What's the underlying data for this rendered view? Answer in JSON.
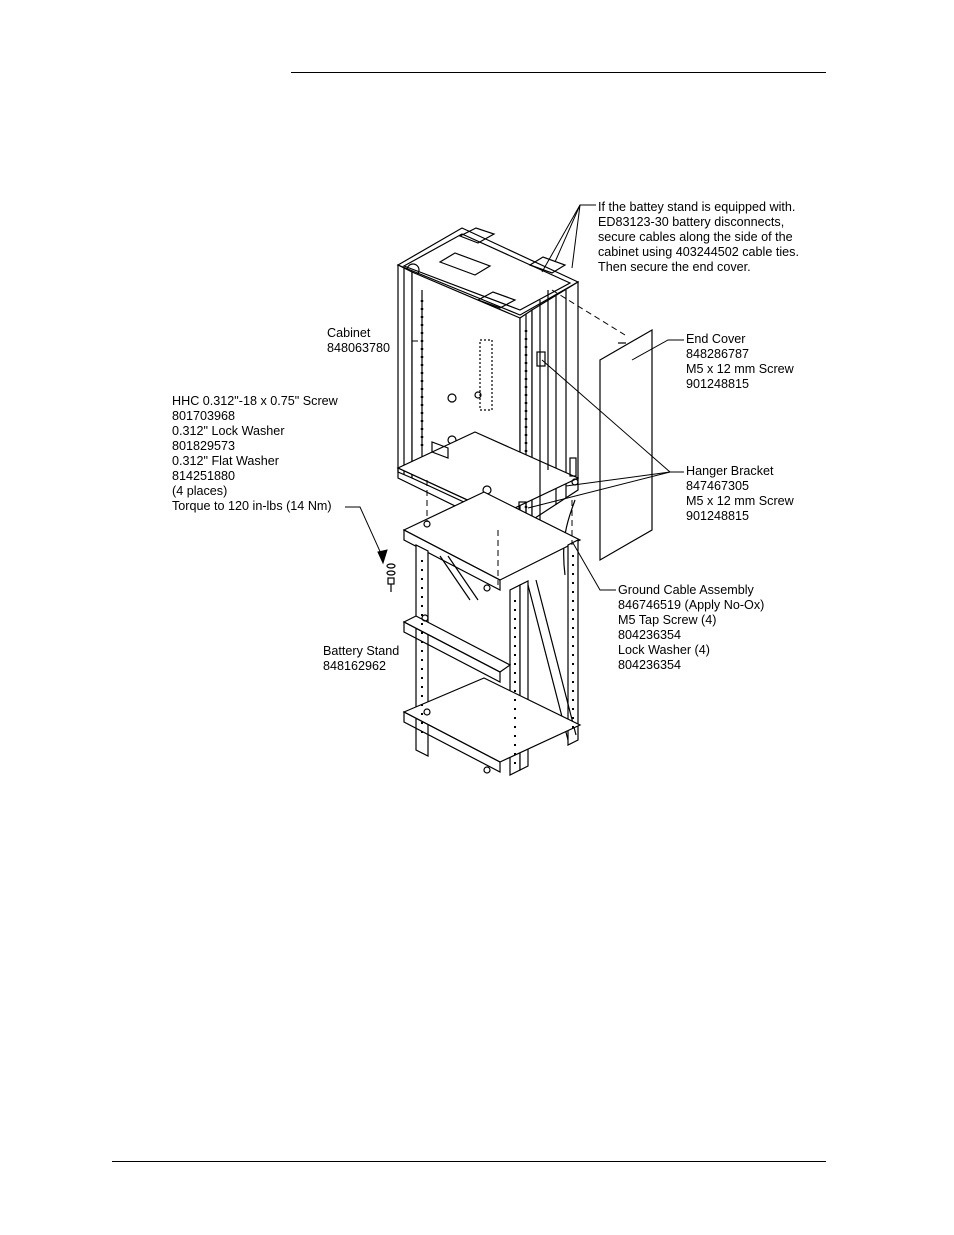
{
  "callouts": {
    "disconnects": [
      "If the battey stand is equipped with.",
      "ED83123-30 battery disconnects,",
      "secure cables along the side of the",
      "cabinet using 403244502 cable ties.",
      "Then secure the end cover."
    ],
    "cabinet": [
      "Cabinet",
      "848063780"
    ],
    "end_cover": [
      "End Cover",
      "848286787",
      "M5 x 12 mm Screw",
      "901248815"
    ],
    "hardware": [
      "HHC 0.312\"-18 x 0.75\" Screw",
      "801703968",
      "0.312\" Lock Washer",
      "801829573",
      "0.312\" Flat Washer",
      "814251880",
      "(4 places)",
      "Torque to 120 in-lbs (14 Nm)"
    ],
    "hanger_bracket": [
      "Hanger Bracket",
      "847467305",
      "M5 x 12 mm Screw",
      "901248815"
    ],
    "ground_cable": [
      "Ground Cable Assembly",
      "846746519 (Apply No-Ox)",
      "M5 Tap Screw (4)",
      "804236354",
      "Lock Washer (4)",
      "804236354"
    ],
    "battery_stand": [
      "Battery Stand",
      "848162962"
    ]
  }
}
